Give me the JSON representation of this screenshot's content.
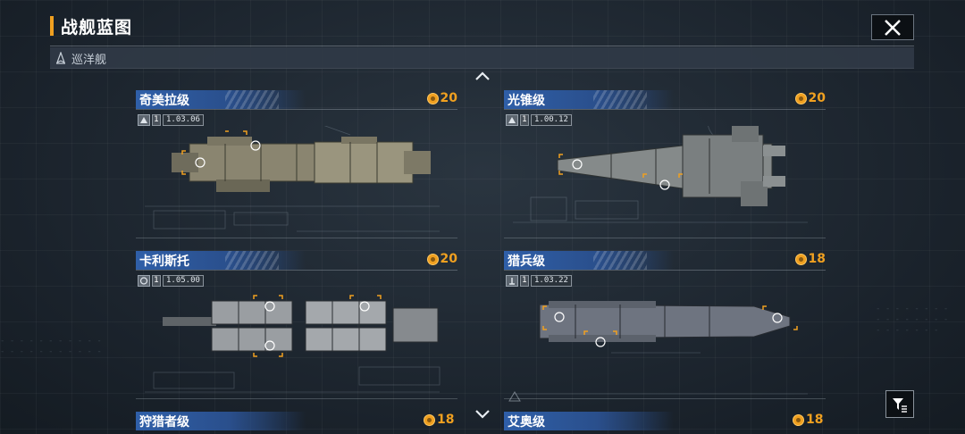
{
  "header": {
    "title": "战舰蓝图"
  },
  "category": {
    "label": "巡洋舰"
  },
  "cards": [
    {
      "name": "奇美拉级",
      "cost": "20",
      "tier": "1",
      "version": "1.03.06"
    },
    {
      "name": "光锥级",
      "cost": "20",
      "tier": "1",
      "version": "1.00.12"
    },
    {
      "name": "卡利斯托",
      "cost": "20",
      "tier": "1",
      "version": "1.05.00"
    },
    {
      "name": "猎兵级",
      "cost": "18",
      "tier": "1",
      "version": "1.03.22"
    },
    {
      "name": "狩猎者级",
      "cost": "18"
    },
    {
      "name": "艾奥级",
      "cost": "18"
    }
  ],
  "colors": {
    "accent": "#f0a020",
    "name_plate": "#2f5fa8",
    "background": "#1c2530"
  },
  "icons": {
    "close": "close-icon",
    "filter": "filter-icon",
    "scroll_up": "chevron-up-icon",
    "scroll_down": "chevron-down-icon",
    "cost": "coin-icon"
  }
}
